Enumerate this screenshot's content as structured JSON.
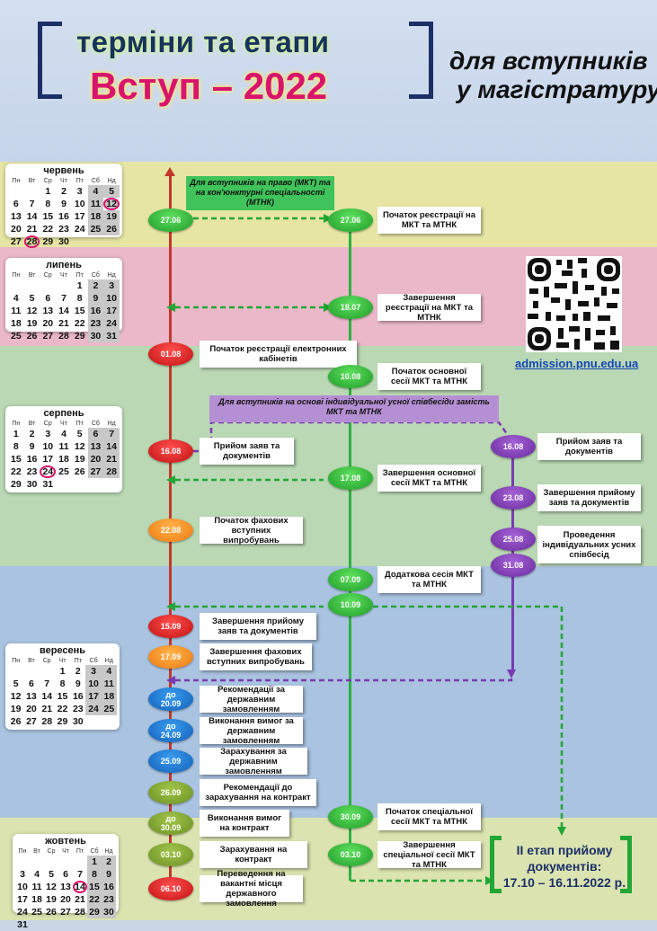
{
  "header": {
    "line1": "терміни та етапи",
    "line2": "Вступ – 2022",
    "subtitle1": "для вступників",
    "subtitle2": "у магістратуру"
  },
  "site_url": "admission.pnu.edu.ua",
  "weekdays": [
    "Пн",
    "Вт",
    "Ср",
    "Чт",
    "Пт",
    "Сб",
    "Нд"
  ],
  "calendars": {
    "june": {
      "name": "червень",
      "days": [
        "",
        "",
        "1",
        "2",
        "3",
        "4",
        "5",
        "6",
        "7",
        "8",
        "9",
        "10",
        "11",
        "12",
        "13",
        "14",
        "15",
        "16",
        "17",
        "18",
        "19",
        "20",
        "21",
        "22",
        "23",
        "24",
        "25",
        "26",
        "27",
        "28",
        "29",
        "30",
        "",
        "",
        ""
      ]
    },
    "july": {
      "name": "липень",
      "days": [
        "",
        "",
        "",
        "",
        "1",
        "2",
        "3",
        "4",
        "5",
        "6",
        "7",
        "8",
        "9",
        "10",
        "11",
        "12",
        "13",
        "14",
        "15",
        "16",
        "17",
        "18",
        "19",
        "20",
        "21",
        "22",
        "23",
        "24",
        "25",
        "26",
        "27",
        "28",
        "29",
        "30",
        "31"
      ]
    },
    "august": {
      "name": "серпень",
      "days": [
        "1",
        "2",
        "3",
        "4",
        "5",
        "6",
        "7",
        "8",
        "9",
        "10",
        "11",
        "12",
        "13",
        "14",
        "15",
        "16",
        "17",
        "18",
        "19",
        "20",
        "21",
        "22",
        "23",
        "24",
        "25",
        "26",
        "27",
        "28",
        "29",
        "30",
        "31",
        "",
        "",
        "",
        ""
      ]
    },
    "september": {
      "name": "вересень",
      "days": [
        "",
        "",
        "",
        "1",
        "2",
        "3",
        "4",
        "5",
        "6",
        "7",
        "8",
        "9",
        "10",
        "11",
        "12",
        "13",
        "14",
        "15",
        "16",
        "17",
        "18",
        "19",
        "20",
        "21",
        "22",
        "23",
        "24",
        "25",
        "26",
        "27",
        "28",
        "29",
        "30",
        "",
        ""
      ]
    },
    "october": {
      "name": "жовтень",
      "days": [
        "",
        "",
        "",
        "",
        "",
        "1",
        "2",
        "3",
        "4",
        "5",
        "6",
        "7",
        "8",
        "9",
        "10",
        "11",
        "12",
        "13",
        "14",
        "15",
        "16",
        "17",
        "18",
        "19",
        "20",
        "21",
        "22",
        "23",
        "24",
        "25",
        "26",
        "27",
        "28",
        "29",
        "30",
        "31"
      ]
    }
  },
  "notes": {
    "mkt": "Для вступників на право (МКТ) та на кон'юнктурні спеціальності (МТНК)",
    "interview": "Для вступників на основі індивідуальної усної співбесіди замість МКТ та МТНК"
  },
  "left_events": [
    {
      "date": "01.08",
      "label": "Початок реєстрації електронних кабінетів",
      "color": "red"
    },
    {
      "date": "16.08",
      "label": "Прийом заяв та документів",
      "color": "red"
    },
    {
      "date": "22.08",
      "label": "Початок фахових вступних випробувань",
      "color": "orange"
    },
    {
      "date": "15.09",
      "label": "Завершення прийому заяв та документів",
      "color": "red"
    },
    {
      "date": "17.09",
      "label": "Завершення фахових вступних випробувань",
      "color": "orange"
    },
    {
      "date": "до 20.09",
      "label": "Рекомендації за державним замовленням",
      "color": "blue"
    },
    {
      "date": "до 24.09",
      "label": "Виконання вимог за державним замовленням",
      "color": "blue"
    },
    {
      "date": "25.09",
      "label": "Зарахування за державним замовленням",
      "color": "blue"
    },
    {
      "date": "26.09",
      "label": "Рекомендації до зарахування на контракт",
      "color": "olive"
    },
    {
      "date": "до 30.09",
      "label": "Виконання вимог на контракт",
      "color": "olive"
    },
    {
      "date": "03.10",
      "label": "Зарахування на контракт",
      "color": "olive"
    },
    {
      "date": "06.10",
      "label": "Переведення на вакантні місця державного замовлення",
      "color": "red"
    }
  ],
  "left_start_date": "27.06",
  "mid_events": [
    {
      "date": "27.06",
      "label": "Початок реєстрації на МКТ та МТНК"
    },
    {
      "date": "18.07",
      "label": "Завершення реєстрації на МКТ та МТНК"
    },
    {
      "date": "10.08",
      "label": "Початок основної сесії МКТ та МТНК"
    },
    {
      "date": "17.08",
      "label": "Завершення основної сесії МКТ та МТНК"
    },
    {
      "date": "07.09",
      "label": "Додаткова сесія МКТ та МТНК"
    },
    {
      "date": "10.09",
      "label": ""
    },
    {
      "date": "30.09",
      "label": "Початок спеціальної сесії МКТ та МТНК"
    },
    {
      "date": "03.10",
      "label": "Завершення спеціальної сесії МКТ та МТНК"
    }
  ],
  "right_events": [
    {
      "date": "16.08",
      "label": "Прийом заяв та документів"
    },
    {
      "date": "23.08",
      "label": "Завершення прийому заяв та документів"
    },
    {
      "date": "25.08",
      "label": "Проведення індивідуальних усних співбесід"
    },
    {
      "date": "31.08",
      "label": ""
    }
  ],
  "final_stage": {
    "line1": "ІІ етап прийому",
    "line2": "документів:",
    "line3": "17.10 – 16.11.2022 р."
  }
}
